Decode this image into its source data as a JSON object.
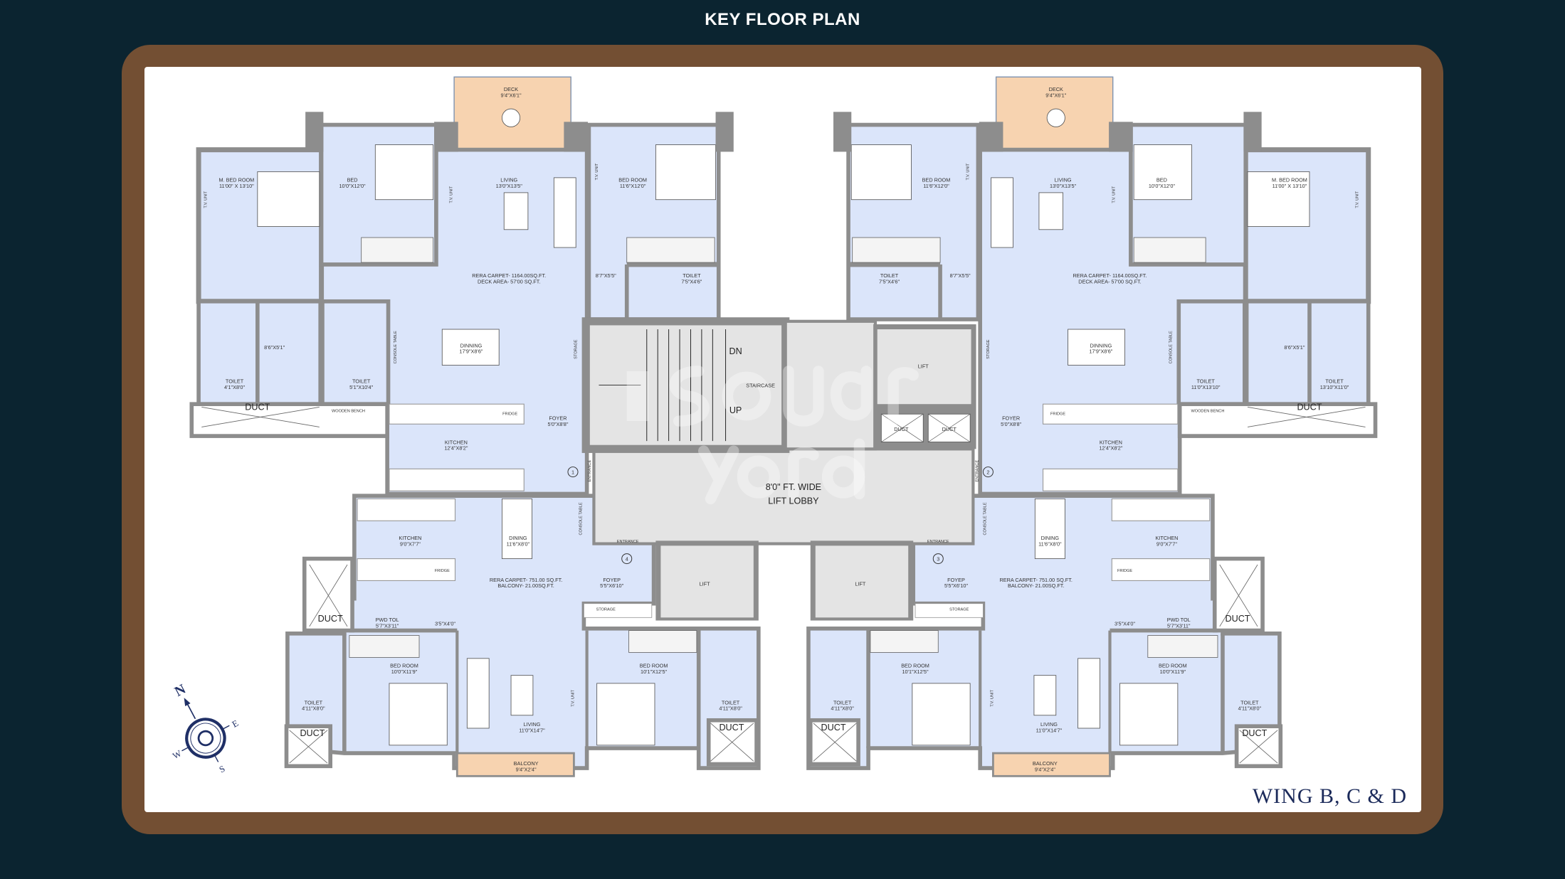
{
  "header": {
    "title": "KEY FLOOR PLAN"
  },
  "wing_label": "WING B, C & D",
  "watermark": "square yards",
  "colors": {
    "background": "#0b2430",
    "frame": "#734f33",
    "floor": "#dbe5fa",
    "deck": "#f7d3b0",
    "wall": "#8d8d8d",
    "core": "#e4e4e4",
    "wing_text": "#1b2a5a"
  },
  "compass": {
    "N": "N",
    "E": "E",
    "S": "S",
    "W": "W"
  },
  "core": {
    "staircase": "STAIRCASE",
    "dn": "DN",
    "up": "UP",
    "lift_top": "LIFT",
    "lift_bottom_left": "LIFT",
    "lift_bottom_right": "LIFT",
    "duct_left": "DUCT",
    "duct_right": "DUCT",
    "lobby_line1": "8'0\" FT. WIDE",
    "lobby_line2": "LIFT LOBBY"
  },
  "units": [
    {
      "number": "1",
      "rera": "RERA CARPET- 1164.00SQ.FT.",
      "extra_area": "DECK AREA- 57'00 SQ.FT.",
      "rooms": [
        {
          "name": "DECK",
          "size": "9'4\"X6'1\""
        },
        {
          "name": "M. BED ROOM",
          "size": "11'00\" X 13'10\""
        },
        {
          "name": "BED",
          "size": "10'0\"X12'0\""
        },
        {
          "name": "LIVING",
          "size": "13'0\"X13'5\""
        },
        {
          "name": "DINNING",
          "size": "17'9\"X8'6\""
        },
        {
          "name": "TOILET",
          "size": "4'1\"X8'0\""
        },
        {
          "name": "TOILET",
          "size": "5'1\"X10'4\""
        },
        {
          "name": "",
          "size": "8'6\"X5'1\""
        },
        {
          "name": "KITCHEN",
          "size": "12'4\"X8'2\""
        },
        {
          "name": "FOYER",
          "size": "5'0\"X8'8\""
        },
        {
          "name": "BED ROOM",
          "size": "11'6\"X12'0\""
        },
        {
          "name": "TOILET",
          "size": "7'5\"X4'6\""
        },
        {
          "name": "",
          "size": "8'7\"X5'5\""
        }
      ],
      "fixtures": [
        "T.V. UNIT",
        "T.V. UNIT",
        "T.V. UNIT",
        "CONSOLE TABLE",
        "STORAGE",
        "FRIDGE",
        "DUCT",
        "WOODEN BENCH",
        "ENTRANCE"
      ]
    },
    {
      "number": "2",
      "rera": "RERA CARPET- 1164.00SQ.FT.",
      "extra_area": "DECK AREA- 57'00 SQ.FT.",
      "rooms": [
        {
          "name": "DECK",
          "size": "9'4\"X6'1\""
        },
        {
          "name": "M. BED ROOM",
          "size": "11'00\" X 13'10\""
        },
        {
          "name": "BED",
          "size": "10'0\"X12'0\""
        },
        {
          "name": "LIVING",
          "size": "13'0\"X13'5\""
        },
        {
          "name": "DINNING",
          "size": "17'9\"X8'6\""
        },
        {
          "name": "TOILET",
          "size": "13'10\"X11'0\""
        },
        {
          "name": "TOILET",
          "size": "11'0\"X13'10\""
        },
        {
          "name": "",
          "size": "8'6\"X5'1\""
        },
        {
          "name": "KITCHEN",
          "size": "12'4\"X8'2\""
        },
        {
          "name": "FOYER",
          "size": "5'0\"X8'8\""
        },
        {
          "name": "BED ROOM",
          "size": "11'6\"X12'0\""
        },
        {
          "name": "TOILET",
          "size": "7'5\"X4'6\""
        },
        {
          "name": "",
          "size": "8'7\"X5'5\""
        }
      ],
      "fixtures": [
        "T.V. UNIT",
        "T.V. UNIT",
        "T.V. UNIT",
        "CONSOLE TABLE",
        "STORAGE",
        "FRIDGE",
        "DUCT",
        "WOODEN BENCH",
        "ENTRANCE"
      ]
    },
    {
      "number": "4",
      "rera": "RERA CARPET- 751.00 SQ.FT.",
      "extra_area": "BALCONY- 21.00SQ.FT.",
      "rooms": [
        {
          "name": "KITCHEN",
          "size": "9'0\"X7'7\""
        },
        {
          "name": "DINING",
          "size": "11'6\"X8'0\""
        },
        {
          "name": "FOYEP",
          "size": "5'5\"X6'10\""
        },
        {
          "name": "PWD TOL",
          "size": "5'7\"X3'11\""
        },
        {
          "name": "",
          "size": "3'5\"X4'0\""
        },
        {
          "name": "BED ROOM",
          "size": "10'0\"X11'9\""
        },
        {
          "name": "BED ROOM",
          "size": "10'1\"X12'5\""
        },
        {
          "name": "LIVING",
          "size": "11'0\"X14'7\""
        },
        {
          "name": "TOILET",
          "size": "4'11\"X8'0\""
        },
        {
          "name": "TOILET",
          "size": "4'11\"X8'0\""
        },
        {
          "name": "BALCONY",
          "size": "9'4\"X2'4\""
        }
      ],
      "fixtures": [
        "CONSOLE TABLE",
        "ENTRANCE",
        "FRIDGE",
        "STORAGE",
        "T.V. UNIT",
        "DUCT",
        "DUCT",
        "DUCT"
      ]
    },
    {
      "number": "3",
      "rera": "RERA CARPET- 751.00 SQ.FT.",
      "extra_area": "BALCONY- 21.00SQ.FT.",
      "rooms": [
        {
          "name": "KITCHEN",
          "size": "9'0\"X7'7\""
        },
        {
          "name": "DINING",
          "size": "11'6\"X8'0\""
        },
        {
          "name": "FOYEP",
          "size": "5'5\"X6'10\""
        },
        {
          "name": "PWD TOL",
          "size": "5'7\"X3'11\""
        },
        {
          "name": "",
          "size": "3'5\"X4'0\""
        },
        {
          "name": "BED ROOM",
          "size": "10'0\"X11'9\""
        },
        {
          "name": "BED ROOM",
          "size": "10'1\"X12'5\""
        },
        {
          "name": "LIVING",
          "size": "11'0\"X14'7\""
        },
        {
          "name": "TOILET",
          "size": "4'11\"X8'0\""
        },
        {
          "name": "TOILET",
          "size": "4'11\"X8'0\""
        },
        {
          "name": "BALCONY",
          "size": "9'4\"X2'4\""
        }
      ],
      "fixtures": [
        "CONSOLE TABLE",
        "ENTRANCE",
        "FRIDGE",
        "STORAGE",
        "T.V. UNIT",
        "DUCT",
        "DUCT",
        "DUCT"
      ]
    }
  ]
}
